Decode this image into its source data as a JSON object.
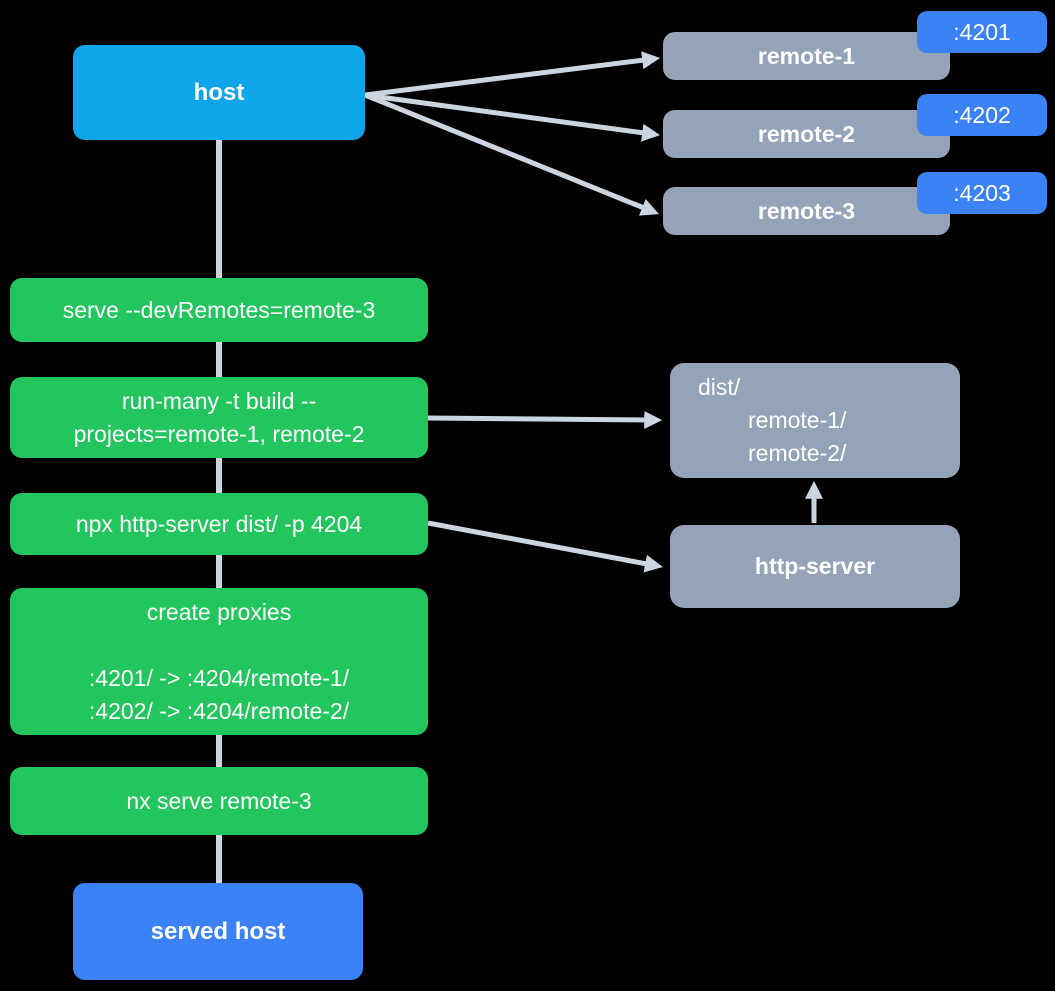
{
  "host": {
    "label": "host"
  },
  "remotes": [
    {
      "label": "remote-1",
      "port": ":4201"
    },
    {
      "label": "remote-2",
      "port": ":4202"
    },
    {
      "label": "remote-3",
      "port": ":4203"
    }
  ],
  "steps": [
    {
      "lines": [
        "serve --devRemotes=remote-3"
      ]
    },
    {
      "lines": [
        "run-many -t build --",
        "projects=remote-1, remote-2"
      ]
    },
    {
      "lines": [
        "npx http-server dist/ -p 4204"
      ]
    },
    {
      "lines": [
        "create proxies",
        "",
        ":4201/ -> :4204/remote-1/",
        ":4202/ -> :4204/remote-2/"
      ]
    },
    {
      "lines": [
        "nx serve remote-3"
      ]
    }
  ],
  "dist_box": {
    "lines": [
      "dist/",
      "remote-1/",
      "remote-2/"
    ]
  },
  "http_server": {
    "label": "http-server"
  },
  "served_host": {
    "label": "served host"
  },
  "colors": {
    "background": "#000000",
    "host_box": "#0EA5E9",
    "served_host_box": "#3B82F6",
    "port_badge": "#3B82F6",
    "remote_box": "#94A3B8",
    "step_box": "#22C55E",
    "arrow": "#CBD5E1",
    "text": "#FFFFFF"
  }
}
